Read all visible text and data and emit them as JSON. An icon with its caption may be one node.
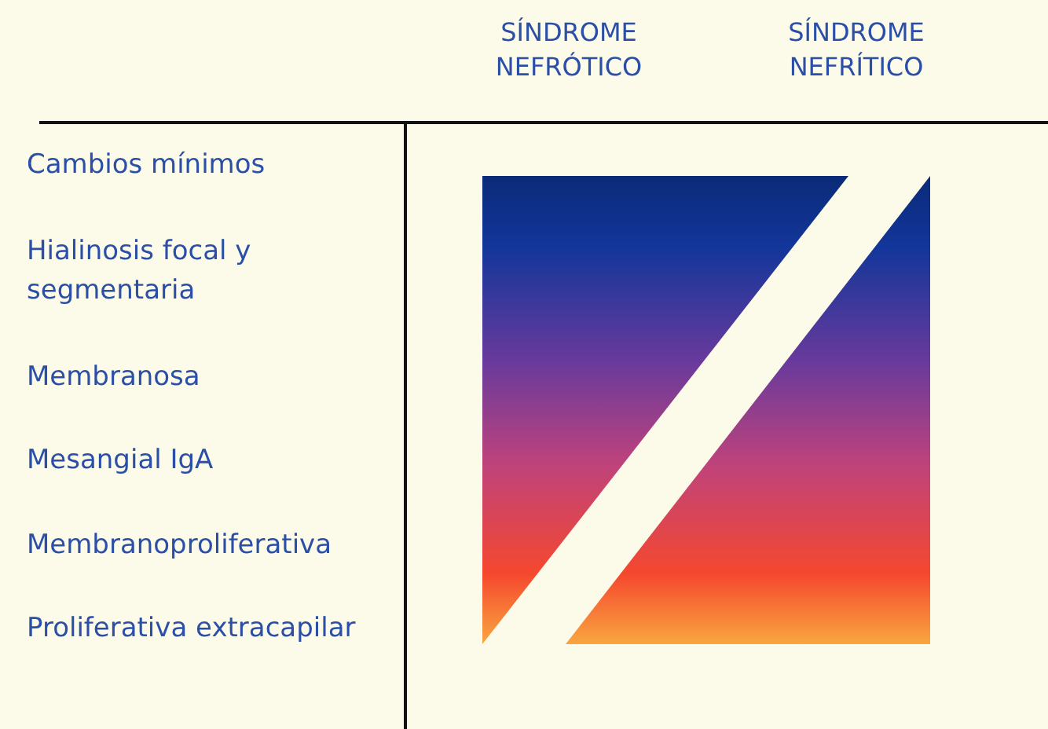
{
  "diagram": {
    "labels": [
      "SÍNDROME NEFRÓTICO",
      "SÍNDROME NEFRÍTICO",
      "Cambios mínimos",
      "Hialinosis focal y segmentaria",
      "Membranosa",
      "Mesangial IgA",
      "Membranoproliferativa",
      "Proliferativa extracapilar"
    ]
  }
}
